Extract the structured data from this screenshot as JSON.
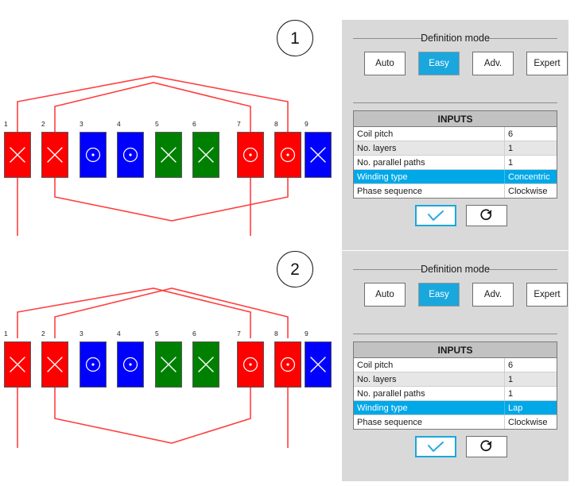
{
  "steps": [
    {
      "number": "1"
    },
    {
      "number": "2"
    }
  ],
  "colors": {
    "accent": "#00a8e8",
    "panel_bg": "#d9d9d9",
    "phase_a": "#ff0000",
    "phase_b": "#0000ff",
    "phase_c": "#008000",
    "winding_line": "#ff4040"
  },
  "winding_diagrams": [
    {
      "name": "concentric-winding",
      "slots": [
        {
          "number": "1",
          "color": "red",
          "symbol": "cross"
        },
        {
          "number": "2",
          "color": "red",
          "symbol": "cross"
        },
        {
          "number": "3",
          "color": "blue",
          "symbol": "dot"
        },
        {
          "number": "4",
          "color": "blue",
          "symbol": "dot"
        },
        {
          "number": "5",
          "color": "green",
          "symbol": "cross"
        },
        {
          "number": "6",
          "color": "green",
          "symbol": "cross"
        },
        {
          "number": "7",
          "color": "red",
          "symbol": "dot"
        },
        {
          "number": "8",
          "color": "red",
          "symbol": "dot"
        },
        {
          "number": "9",
          "color": "blue",
          "symbol": "cross"
        }
      ]
    },
    {
      "name": "lap-winding",
      "slots": [
        {
          "number": "1",
          "color": "red",
          "symbol": "cross"
        },
        {
          "number": "2",
          "color": "red",
          "symbol": "cross"
        },
        {
          "number": "3",
          "color": "blue",
          "symbol": "dot"
        },
        {
          "number": "4",
          "color": "blue",
          "symbol": "dot"
        },
        {
          "number": "5",
          "color": "green",
          "symbol": "cross"
        },
        {
          "number": "6",
          "color": "green",
          "symbol": "cross"
        },
        {
          "number": "7",
          "color": "red",
          "symbol": "dot"
        },
        {
          "number": "8",
          "color": "red",
          "symbol": "dot"
        },
        {
          "number": "9",
          "color": "blue",
          "symbol": "cross"
        }
      ]
    }
  ],
  "panels": [
    {
      "definition_mode": {
        "legend": "Definition mode",
        "buttons": [
          {
            "label": "Auto",
            "active": false
          },
          {
            "label": "Easy",
            "active": true
          },
          {
            "label": "Adv.",
            "active": false
          },
          {
            "label": "Expert",
            "active": false
          }
        ]
      },
      "inputs": {
        "title": "INPUTS",
        "rows": [
          {
            "label": "Coil pitch",
            "value": "6",
            "selected": false
          },
          {
            "label": "No. layers",
            "value": "1",
            "selected": false
          },
          {
            "label": "No. parallel paths",
            "value": "1",
            "selected": false
          },
          {
            "label": "Winding type",
            "value": "Concentric",
            "selected": true
          },
          {
            "label": "Phase sequence",
            "value": "Clockwise",
            "selected": false
          }
        ]
      },
      "actions": {
        "confirm_icon": "check-icon",
        "reset_icon": "refresh-icon"
      }
    },
    {
      "definition_mode": {
        "legend": "Definition mode",
        "buttons": [
          {
            "label": "Auto",
            "active": false
          },
          {
            "label": "Easy",
            "active": true
          },
          {
            "label": "Adv.",
            "active": false
          },
          {
            "label": "Expert",
            "active": false
          }
        ]
      },
      "inputs": {
        "title": "INPUTS",
        "rows": [
          {
            "label": "Coil pitch",
            "value": "6",
            "selected": false
          },
          {
            "label": "No. layers",
            "value": "1",
            "selected": false
          },
          {
            "label": "No. parallel paths",
            "value": "1",
            "selected": false
          },
          {
            "label": "Winding type",
            "value": "Lap",
            "selected": true
          },
          {
            "label": "Phase sequence",
            "value": "Clockwise",
            "selected": false
          }
        ]
      },
      "actions": {
        "confirm_icon": "check-icon",
        "reset_icon": "refresh-icon"
      }
    }
  ]
}
